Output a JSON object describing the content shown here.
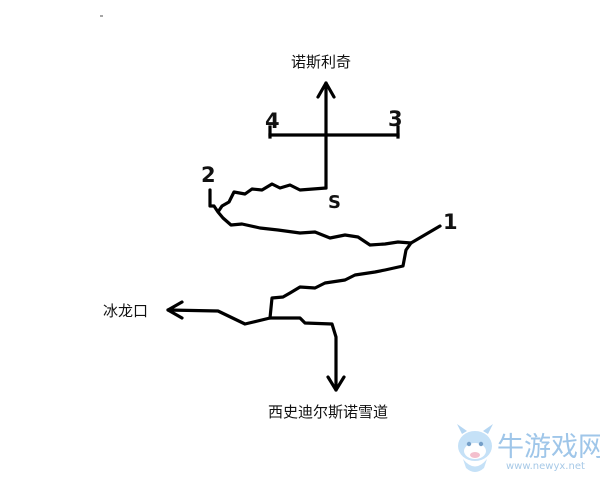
{
  "destinations": {
    "north": "诺斯利奇",
    "west": "冰龙口",
    "south": "西史迪尔斯诺雪道"
  },
  "waypoints": {
    "one": "1",
    "two": "2",
    "three": "3",
    "four": "4",
    "start": "S"
  },
  "watermark": {
    "brand": "牛游戏网",
    "url": "www.newyx.net"
  },
  "colors": {
    "route": "#000000",
    "watermark": "#9fc6e9"
  }
}
